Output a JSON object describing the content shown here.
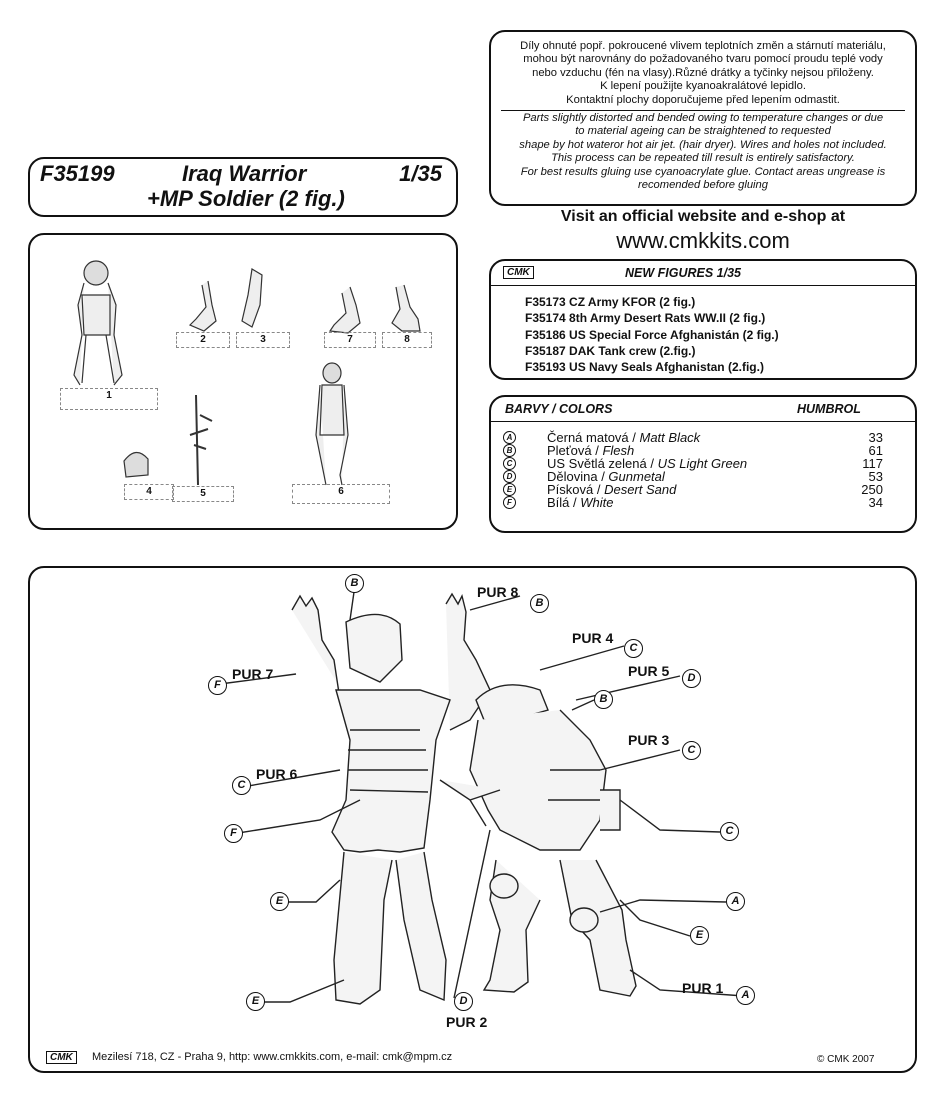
{
  "title": {
    "code": "F35199",
    "name_line1": "Iraq Warrior",
    "scale": "1/35",
    "name_line2": "+MP Soldier (2 fig.)"
  },
  "notice": {
    "czech": [
      "Díly ohnuté popř. pokroucené vlivem teplotních změn a stárnutí materiálu,",
      "mohou být narovnány do požadovaného tvaru pomocí proudu teplé vody",
      "nebo vzduchu (fén na vlasy).Různé drátky a tyčinky nejsou přiloženy.",
      "K lepení použijte kyanoakralátové lepidlo.",
      "Kontaktní plochy doporučujeme před lepením odmastit."
    ],
    "english": [
      "Parts slightly distorted and bended owing to temperature changes or due",
      "to material ageing can be straightened to requested",
      "shape by hot wateror hot  air jet.  (hair dryer). Wires and holes not included.",
      "This process can be repeated till result is entirely satisfactory.",
      "For best results gluing use cyanoacrylate glue. Contact areas ungrease is",
      "recomended before gluing"
    ]
  },
  "website": {
    "line1": "Visit an official website and e-shop at",
    "line2": "www.cmkkits.com"
  },
  "new_figures": {
    "logo": "CMK",
    "title": "NEW FIGURES  1/35",
    "items": [
      "F35173 CZ Army KFOR (2 fig.)",
      "F35174 8th Army Desert Rats WW.II (2 fig.)",
      "F35186 US Special Force Afghanistán (2 fig.)",
      "F35187 DAK Tank crew (2.fig.)",
      "F35193 US Navy Seals Afghanistan (2.fig.)"
    ]
  },
  "colors": {
    "title": "BARVY / COLORS",
    "brand": "HUMBROL",
    "items": [
      {
        "letter": "A",
        "czech": "Černá matová / ",
        "english": "Matt Black",
        "code": "33"
      },
      {
        "letter": "B",
        "czech": "Pleťová / ",
        "english": "Flesh",
        "code": "61"
      },
      {
        "letter": "C",
        "czech": "US Světlá zelená / ",
        "english": "US Light Green",
        "code": "117"
      },
      {
        "letter": "D",
        "czech": "Dělovina / ",
        "english": "Gunmetal",
        "code": "53"
      },
      {
        "letter": "E",
        "czech": "Písková / ",
        "english": "Desert Sand",
        "code": "250"
      },
      {
        "letter": "F",
        "czech": "Bílá / ",
        "english": "White",
        "code": "34"
      }
    ]
  },
  "parts": [
    "1",
    "2",
    "3",
    "4",
    "5",
    "6",
    "7",
    "8"
  ],
  "callouts": {
    "pur8": "PUR 8",
    "pur4": "PUR 4",
    "pur5": "PUR 5",
    "pur7": "PUR 7",
    "pur3": "PUR 3",
    "pur6": "PUR 6",
    "pur1": "PUR 1",
    "pur2": "PUR 2"
  },
  "letters": {
    "a": "A",
    "b": "B",
    "c": "C",
    "d": "D",
    "e": "E",
    "f": "F"
  },
  "footer": {
    "logo": "CMK",
    "address": "Mezilesí 718, CZ - Praha 9,  http: www.cmkkits.com, e-mail: cmk@mpm.cz",
    "copyright": "© CMK 2007"
  }
}
